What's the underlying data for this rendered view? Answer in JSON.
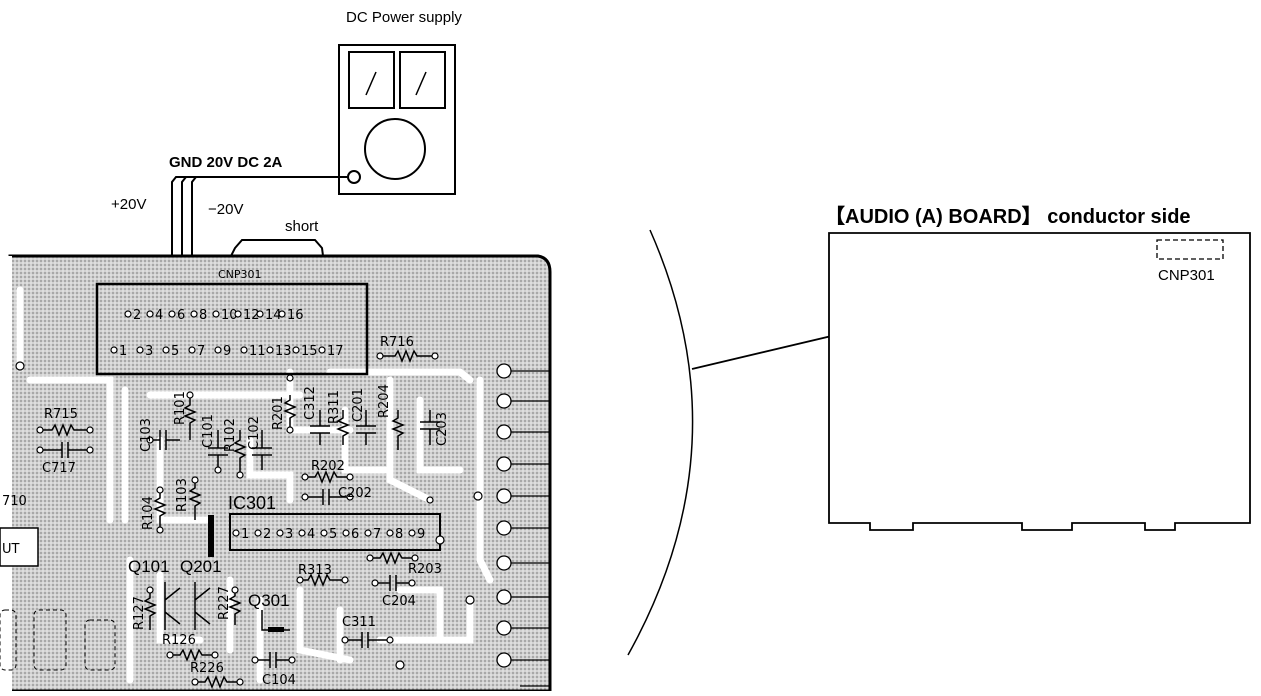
{
  "supply": {
    "title": "DC Power supply",
    "output_label": "GND 20V DC 2A"
  },
  "leads": {
    "plus": "+20V",
    "minus": "−20V",
    "short": "short"
  },
  "board": {
    "connector": "CNP301",
    "pins_top": [
      "2",
      "4",
      "6",
      "8",
      "10",
      "12",
      "14",
      "16"
    ],
    "pins_bottom": [
      "1",
      "3",
      "5",
      "7",
      "9",
      "11",
      "13",
      "15",
      "17"
    ],
    "ic": "IC301",
    "ic_pins": [
      "1",
      "2",
      "3",
      "4",
      "5",
      "6",
      "7",
      "8",
      "9"
    ],
    "parts": {
      "R715": "R715",
      "C717": "C717",
      "R716": "R716",
      "R101": "R101",
      "C103": "C103",
      "C101": "C101",
      "R102": "R102",
      "C102": "C102",
      "R201": "R201",
      "C312": "C312",
      "R311": "R311",
      "C201": "C201",
      "R204": "R204",
      "C203": "C203",
      "R202": "R202",
      "C202": "C202",
      "R104": "R104",
      "R103": "R103",
      "Q101": "Q101",
      "Q201": "Q201",
      "R127": "R127",
      "R227": "R227",
      "Q301": "Q301",
      "R313": "R313",
      "R203": "R203",
      "C204": "C204",
      "C311": "C311",
      "R126": "R126",
      "R226": "R226",
      "C104": "C104",
      "R710": "710",
      "OUT": "UT"
    }
  },
  "overview": {
    "title": "【AUDIO (A) BOARD】 conductor side",
    "connector": "CNP301"
  }
}
